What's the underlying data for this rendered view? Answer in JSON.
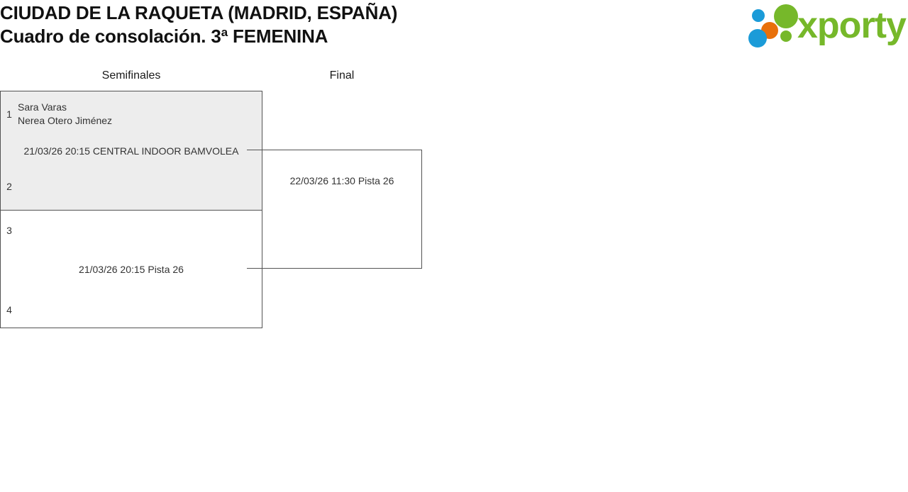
{
  "header": {
    "title_line1": "CIUDAD DE LA RAQUETA (MADRID, ESPAÑA)",
    "title_line2": "Cuadro de consolación. 3ª FEMENINA",
    "logo_word": "xporty",
    "brand_green": "#76b82a",
    "brand_blue": "#1b9bd8",
    "brand_orange": "#e8700a"
  },
  "rounds": [
    {
      "label": "Semifinales"
    },
    {
      "label": "Final"
    }
  ],
  "bracket": {
    "semifinals": [
      {
        "highlighted": true,
        "top": {
          "seed": "1",
          "players": [
            "Sara Varas",
            "Nerea Otero Jiménez"
          ]
        },
        "bottom": {
          "seed": "2",
          "players": []
        },
        "info": "21/03/26 20:15 CENTRAL INDOOR BAMVOLEA"
      },
      {
        "highlighted": false,
        "top": {
          "seed": "3",
          "players": []
        },
        "bottom": {
          "seed": "4",
          "players": []
        },
        "info": "21/03/26 20:15 Pista 26"
      }
    ],
    "final": {
      "highlighted": false,
      "info": "22/03/26 11:30 Pista 26"
    }
  }
}
